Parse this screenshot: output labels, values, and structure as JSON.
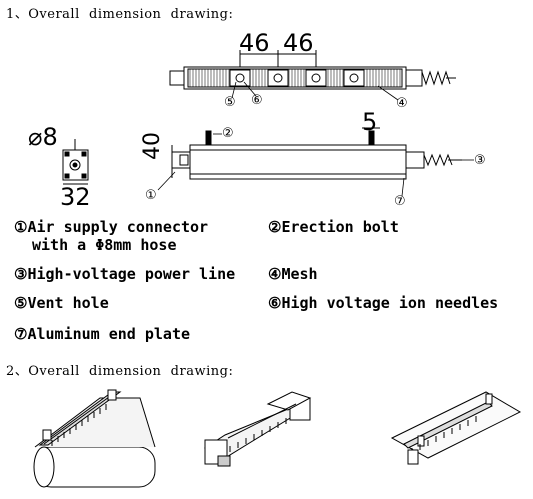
{
  "sections": {
    "title_1": "1、Overall  dimension  drawing:",
    "title_2": "2、Overall  dimension  drawing:"
  },
  "dimensions": {
    "spacing_a": "46",
    "spacing_b": "46",
    "top_width": "5",
    "height": "40",
    "end_diameter": "⌀8",
    "end_width": "32"
  },
  "callouts": {
    "c1": "①",
    "c2": "②",
    "c3": "③",
    "c4": "④",
    "c5": "⑤",
    "c6": "⑥",
    "c7": "⑦"
  },
  "legend": {
    "item1_line1": "①Air supply connector",
    "item1_line2": "with a Φ8mm hose",
    "item2": "②Erection bolt",
    "item3": "③High-voltage power line",
    "item4": "④Mesh",
    "item5": "⑤Vent hole",
    "item6": "⑥High voltage ion needles",
    "item7": "⑦Aluminum end plate"
  }
}
